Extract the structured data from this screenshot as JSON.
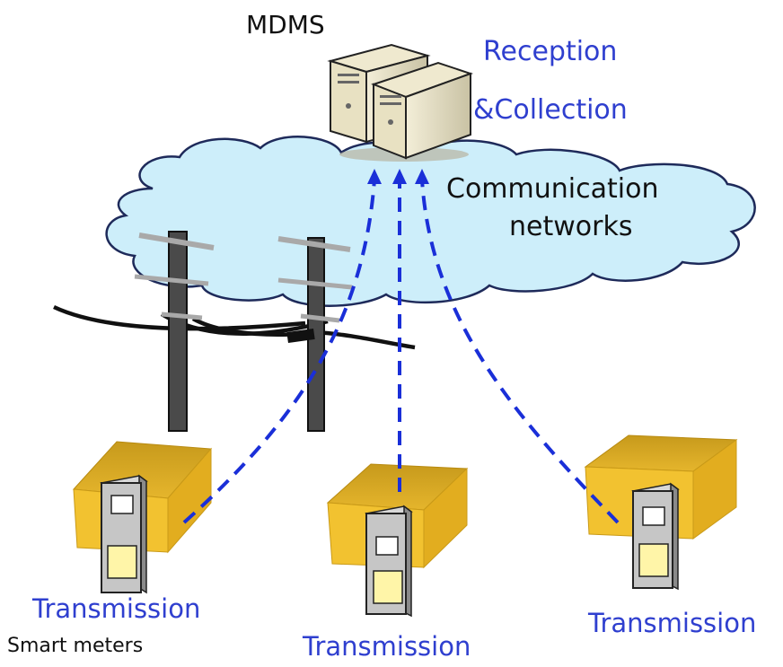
{
  "labels": {
    "server": "MDMS",
    "reception_line1": "Reception",
    "reception_line2": "&Collection",
    "network_line1": "Communication",
    "network_line2": "networks",
    "transmission_left": "Transmission",
    "transmission_center": "Transmission",
    "transmission_right": "Transmission",
    "meters": "Smart meters"
  },
  "colors": {
    "label_blue": "#2f3fcf",
    "cloud_fill": "#cdeefa",
    "link_dash": "#1a2fd8",
    "house": "#f2c230"
  }
}
